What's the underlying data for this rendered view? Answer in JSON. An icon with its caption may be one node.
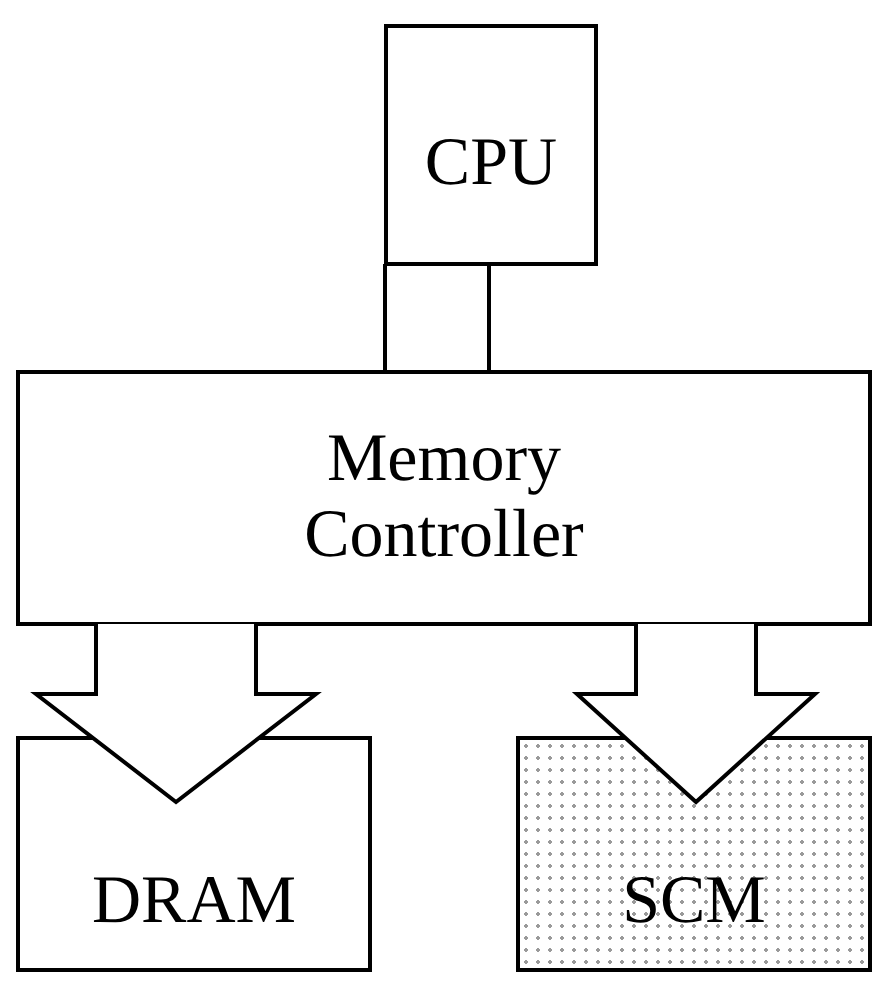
{
  "diagram": {
    "nodes": [
      {
        "text": [
          "CPU"
        ]
      },
      {
        "text": [
          "Memory Controller"
        ]
      },
      {
        "text": [
          "DRAM"
        ]
      },
      {
        "text": [
          "SCM"
        ]
      }
    ],
    "edges": [
      {
        "from": 0,
        "to": 1,
        "arrow": "none"
      },
      {
        "from": 1,
        "to": 2,
        "arrow": "to"
      },
      {
        "from": 1,
        "to": 3,
        "arrow": "to"
      }
    ]
  }
}
